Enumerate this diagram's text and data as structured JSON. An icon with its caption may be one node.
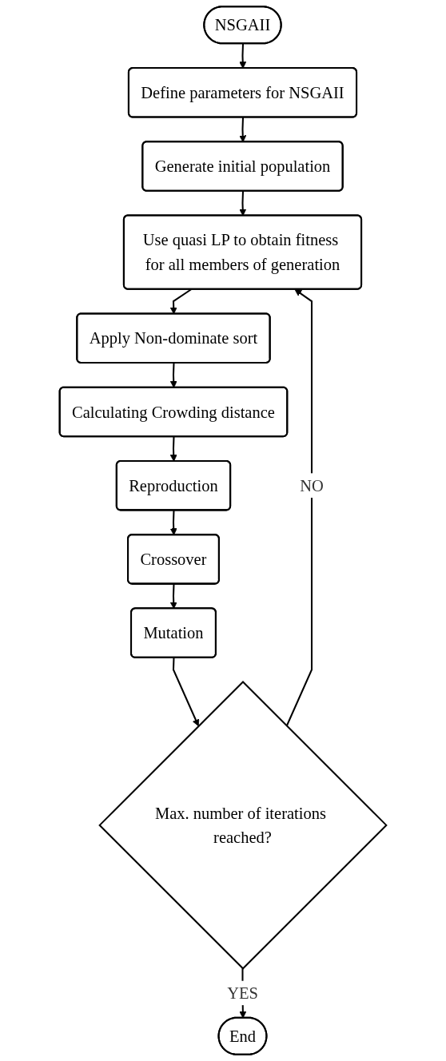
{
  "diagram": {
    "nodes": [
      {
        "text": [
          "NSGAII"
        ]
      },
      {
        "text": [
          "Define parameters for NSGAII"
        ]
      },
      {
        "text": [
          "Generate initial population"
        ]
      },
      {
        "text": [
          "Use quasi LP to obtain fitness for all members of generation"
        ]
      },
      {
        "text": [
          "Apply Non-dominate sort"
        ]
      },
      {
        "text": [
          "Calculating Crowding distance"
        ]
      },
      {
        "text": [
          "Reproduction"
        ]
      },
      {
        "text": [
          "Crossover"
        ]
      },
      {
        "text": [
          "Mutation"
        ]
      },
      {
        "text": [
          "Max. number of iterations reached?"
        ]
      },
      {
        "text": [
          "End"
        ]
      }
    ],
    "edges": [
      {
        "from": 0,
        "to": 1,
        "arrow": "to"
      },
      {
        "from": 1,
        "to": 2,
        "arrow": "to"
      },
      {
        "from": 2,
        "to": 3,
        "arrow": "to"
      },
      {
        "from": 3,
        "to": 4,
        "arrow": "to"
      },
      {
        "from": 4,
        "to": 5,
        "arrow": "to"
      },
      {
        "from": 5,
        "to": 6,
        "arrow": "to"
      },
      {
        "from": 6,
        "to": 7,
        "arrow": "to"
      },
      {
        "from": 7,
        "to": 8,
        "arrow": "to"
      },
      {
        "from": 8,
        "to": 9,
        "arrow": "to"
      },
      {
        "from": 9,
        "to": 3,
        "label": "NO",
        "arrow": "to"
      },
      {
        "from": 9,
        "to": 10,
        "label": "YES",
        "arrow": "to"
      }
    ]
  }
}
